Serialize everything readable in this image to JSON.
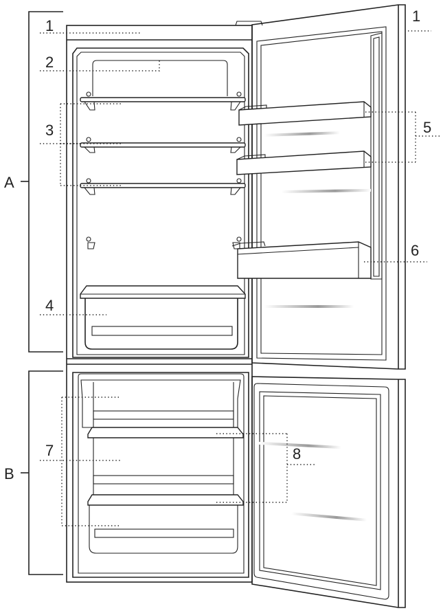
{
  "callouts": {
    "top_cover_left": "1",
    "top_cover_right": "1",
    "light": "2",
    "shelves": "3",
    "crisper": "4",
    "door_shelves": "5",
    "bottle_shelf": "6",
    "freezer_drawers": "7",
    "freezer_shelves": "8"
  },
  "compartments": {
    "fridge": "A",
    "freezer": "B"
  }
}
